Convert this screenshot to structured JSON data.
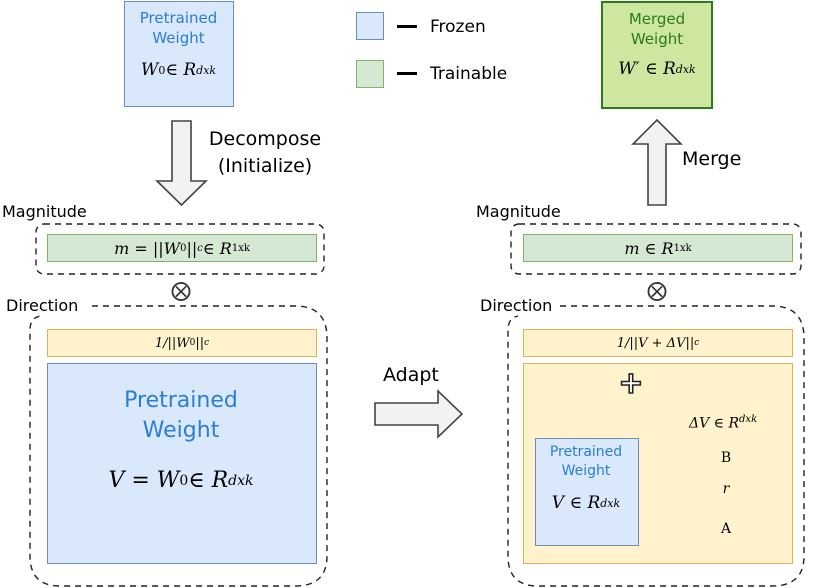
{
  "legend": {
    "frozen": "Frozen",
    "trainable": "Trainable"
  },
  "top_left": {
    "title_line1": "Pretrained",
    "title_line2": "Weight",
    "math_base": "W",
    "math_sub": "0",
    "math_rest": " ∈ R",
    "math_sup": "dxk"
  },
  "top_right": {
    "title_line1": "Merged",
    "title_line2": "Weight",
    "math_base": "W′ ∈ R",
    "math_sup": "dxk"
  },
  "arrows": {
    "decompose_line1": "Decompose",
    "decompose_line2": "(Initialize)",
    "merge": "Merge",
    "adapt": "Adapt"
  },
  "left": {
    "magnitude_label": "Magnitude",
    "magnitude_math": "m = ||W",
    "magnitude_sub": "0",
    "magnitude_rest": "||",
    "magnitude_sub2": "c",
    "magnitude_rest2": " ∈ R",
    "magnitude_sup": "1xk",
    "times": "⨂",
    "direction_label": "Direction",
    "norm_math": "1/||W",
    "norm_sub": "0",
    "norm_rest": "||",
    "norm_sub2": "c",
    "pretrained_line1": "Pretrained",
    "pretrained_line2": "Weight",
    "v_math": "V = W",
    "v_sub": "0",
    "v_rest": " ∈ R",
    "v_sup": "dxk"
  },
  "right": {
    "magnitude_label": "Magnitude",
    "magnitude_math": "m ∈ R",
    "magnitude_sup": "1xk",
    "times": "⨂",
    "direction_label": "Direction",
    "norm_math": "1/||V + ΔV||",
    "norm_sub": "c",
    "plus": "+",
    "pretrained_line1": "Pretrained",
    "pretrained_line2": "Weight",
    "v_math": "V ∈ R",
    "v_sup": "dxk",
    "delta_math": "ΔV ∈ R",
    "delta_sup": "dxk",
    "b_label": "B",
    "r_label": "r",
    "a_label": "A"
  }
}
